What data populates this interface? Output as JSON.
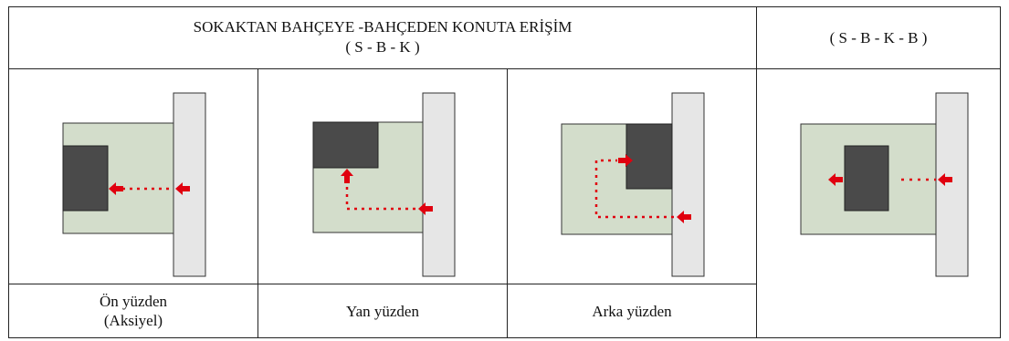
{
  "header": {
    "main_title": "SOKAKTAN BAHÇEYE -BAHÇEDEN KONUTA ERİŞİM",
    "main_code": "( S - B - K )",
    "right_code": "( S - B - K - B )"
  },
  "captions": {
    "front_line1": "Ön yüzden",
    "front_line2": "(Aksiyel)",
    "side": "Yan yüzden",
    "back": "Arka yüzden"
  },
  "colors": {
    "garden": "#d3ddcb",
    "house": "#4a4a4a",
    "street": "#e6e6e6",
    "arrow": "#e0000f",
    "border": "#222222"
  },
  "icons": [
    "entry-arrow-icon",
    "path-arrow-icon",
    "exit-arrow-icon"
  ]
}
